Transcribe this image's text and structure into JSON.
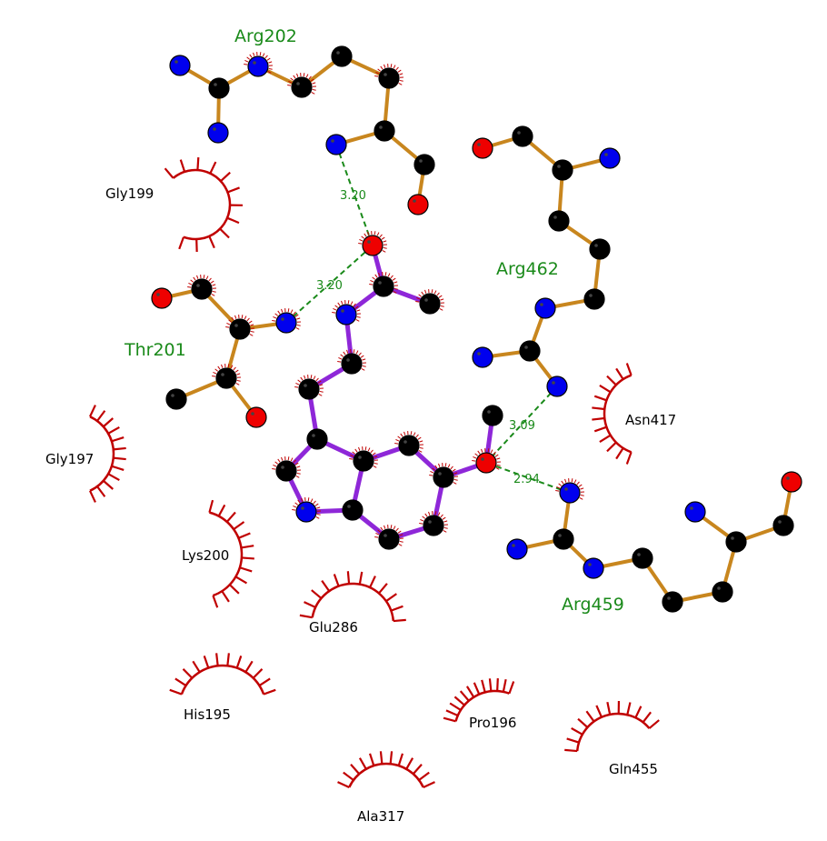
{
  "colors": {
    "bond_protein": "#c8861e",
    "bond_ligand": "#8e27d8",
    "atom_carbon": "#000000",
    "atom_nitrogen": "#0000ee",
    "atom_oxygen": "#ee0000",
    "hbond": "#1a8a1a",
    "hydrophobic": "#c00000",
    "label_hbond_residue": "#1a8a1a",
    "label_hydrophobic_residue": "#000000"
  },
  "hbond_residues": [
    {
      "id": "arg202",
      "label": "Arg202"
    },
    {
      "id": "thr201",
      "label": "Thr201"
    },
    {
      "id": "arg462",
      "label": "Arg462"
    },
    {
      "id": "arg459",
      "label": "Arg459"
    }
  ],
  "hydrophobic_residues": [
    {
      "id": "gly199",
      "label": "Gly199"
    },
    {
      "id": "gly197",
      "label": "Gly197"
    },
    {
      "id": "lys200",
      "label": "Lys200"
    },
    {
      "id": "glu286",
      "label": "Glu286"
    },
    {
      "id": "his195",
      "label": "His195"
    },
    {
      "id": "ala317",
      "label": "Ala317"
    },
    {
      "id": "pro196",
      "label": "Pro196"
    },
    {
      "id": "gln455",
      "label": "Gln455"
    },
    {
      "id": "asn417",
      "label": "Asn417"
    }
  ],
  "hbonds": [
    {
      "id": "hb1",
      "distance": "3.20"
    },
    {
      "id": "hb2",
      "distance": "3.20"
    },
    {
      "id": "hb3",
      "distance": "3.09"
    },
    {
      "id": "hb4",
      "distance": "2.94"
    }
  ]
}
